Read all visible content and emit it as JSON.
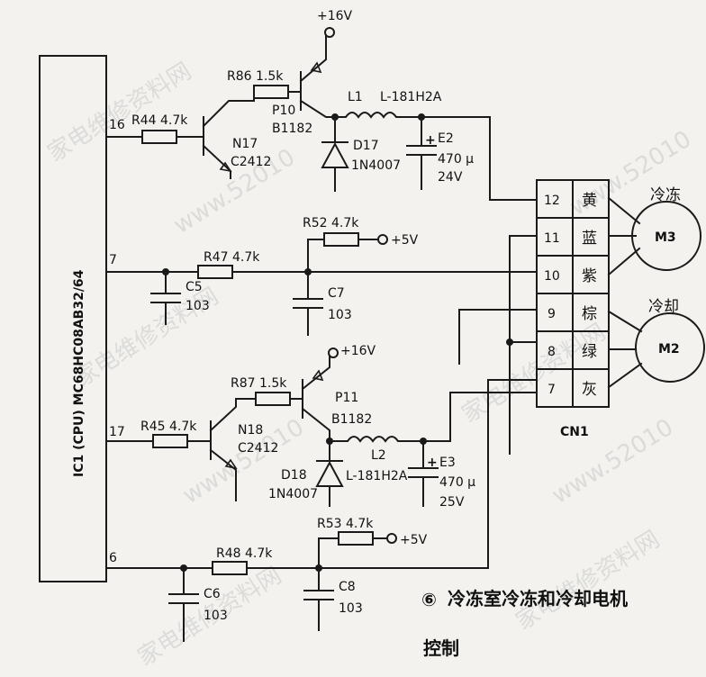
{
  "watermark": {
    "site": "家电维修资料网",
    "url": "www.52010"
  },
  "ic": {
    "label": "IC1 (CPU)  MC68HC08AB32/64",
    "pins": [
      "16",
      "7",
      "17",
      "6"
    ]
  },
  "upper": {
    "supply": "+16V",
    "r86": "R86  1.5k",
    "r44": "R44  4.7k",
    "p10": "P10",
    "p10_part": "B1182",
    "n17": "N17",
    "n17_part": "C2412",
    "l1": "L1",
    "l1_part": "L-181H2A",
    "d17": "D17",
    "d17_part": "1N4007",
    "e2": "E2",
    "e2_val": "470 μ",
    "e2_v": "24V"
  },
  "mid1": {
    "r52": "R52  4.7k",
    "v5": "+5V",
    "r47": "R47  4.7k",
    "c5": "C5",
    "c5_val": "103",
    "c7": "C7",
    "c7_val": "103"
  },
  "lower": {
    "supply": "+16V",
    "r87": "R87  1.5k",
    "r45": "R45  4.7k",
    "p11": "P11",
    "p11_part": "B1182",
    "n18": "N18",
    "n18_part": "C2412",
    "l2": "L2",
    "l2_part": "L-181H2A",
    "d18": "D18",
    "d18_part": "1N4007",
    "e3": "E3",
    "e3_val": "470 μ",
    "e3_v": "25V"
  },
  "mid2": {
    "r53": "R53  4.7k",
    "v5": "+5V",
    "r48": "R48  4.7k",
    "c6": "C6",
    "c6_val": "103",
    "c8": "C8",
    "c8_val": "103"
  },
  "connector": {
    "name": "CN1",
    "pins": [
      {
        "num": "12",
        "color": "黄"
      },
      {
        "num": "11",
        "color": "蓝"
      },
      {
        "num": "10",
        "color": "紫"
      },
      {
        "num": "9",
        "color": "棕"
      },
      {
        "num": "8",
        "color": "绿"
      },
      {
        "num": "7",
        "color": "灰"
      }
    ]
  },
  "motors": [
    {
      "label": "M3",
      "title": "冷冻"
    },
    {
      "label": "M2",
      "title": "冷却"
    }
  ],
  "caption": {
    "number": "⑥",
    "line1": "冷冻室冷冻和冷却电机",
    "line2": "控制"
  }
}
